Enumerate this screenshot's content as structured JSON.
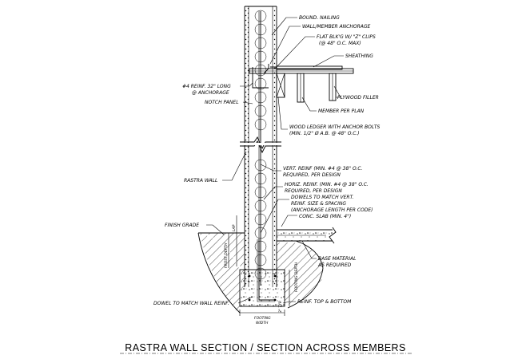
{
  "title": "RASTRA WALL SECTION / SECTION ACROSS MEMBERS",
  "labels": {
    "bound_nailing": "BOUND. NAILING",
    "wall_member_anchorage": "WALL/MEMBER ANCHORAGE",
    "flat_blkg_1": "FLAT BLK'G W/ \"Z\" CLIPS",
    "flat_blkg_2": "(@ 48\" O.C. MAX)",
    "sheathing": "SHEATHING",
    "reinf_1": "#4 REINF. 32\" LONG",
    "reinf_2": "@ ANCHORAGE",
    "notch_panel": "NOTCH PANEL",
    "plywood_filler": "PLYWOOD FILLER",
    "member_per_plan": "MEMBER PER PLAN",
    "wood_ledger_1": "WOOD LEDGER WITH ANCHOR BOLTS",
    "wood_ledger_2": "(MIN. 1/2\" Ø A.B. @ 48\" O.C.)",
    "rastra_wall": "RASTRA WALL",
    "vert_reinf_1": "VERT. REINF (MIN. #4 @ 38\" O.C.",
    "vert_reinf_2": "REQUIRED, PER DESIGN",
    "horiz_reinf_1": "HORIZ. REINF. (MIN. #4 @ 38\" O.C.",
    "horiz_reinf_2": "REQUIRED, PER DESIGN",
    "dowels_1": "DOWELS TO MATCH VERT.",
    "dowels_2": "REINF. SIZE & SPACING",
    "dowels_3": "(ANCHORAGE LENGTH PER CODE)",
    "conc_slab": "CONC. SLAB (MIN. 4\")",
    "finish_grade": "FINISH GRADE",
    "base_material_1": "BASE MATERIAL",
    "base_material_2": "AS REQUIRED",
    "dowel_match": "DOWEL TO MATCH WALL REINF.",
    "reinf_top_bottom": "REINF. TOP & BOTTOM",
    "lap": "LAP",
    "frost_depth": "FROST DEPTH",
    "footing_depth": "FOOTING DEPTH",
    "footing_width_1": "FOOTING",
    "footing_width_2": "WIDTH",
    "cover": "3\" TYP."
  }
}
